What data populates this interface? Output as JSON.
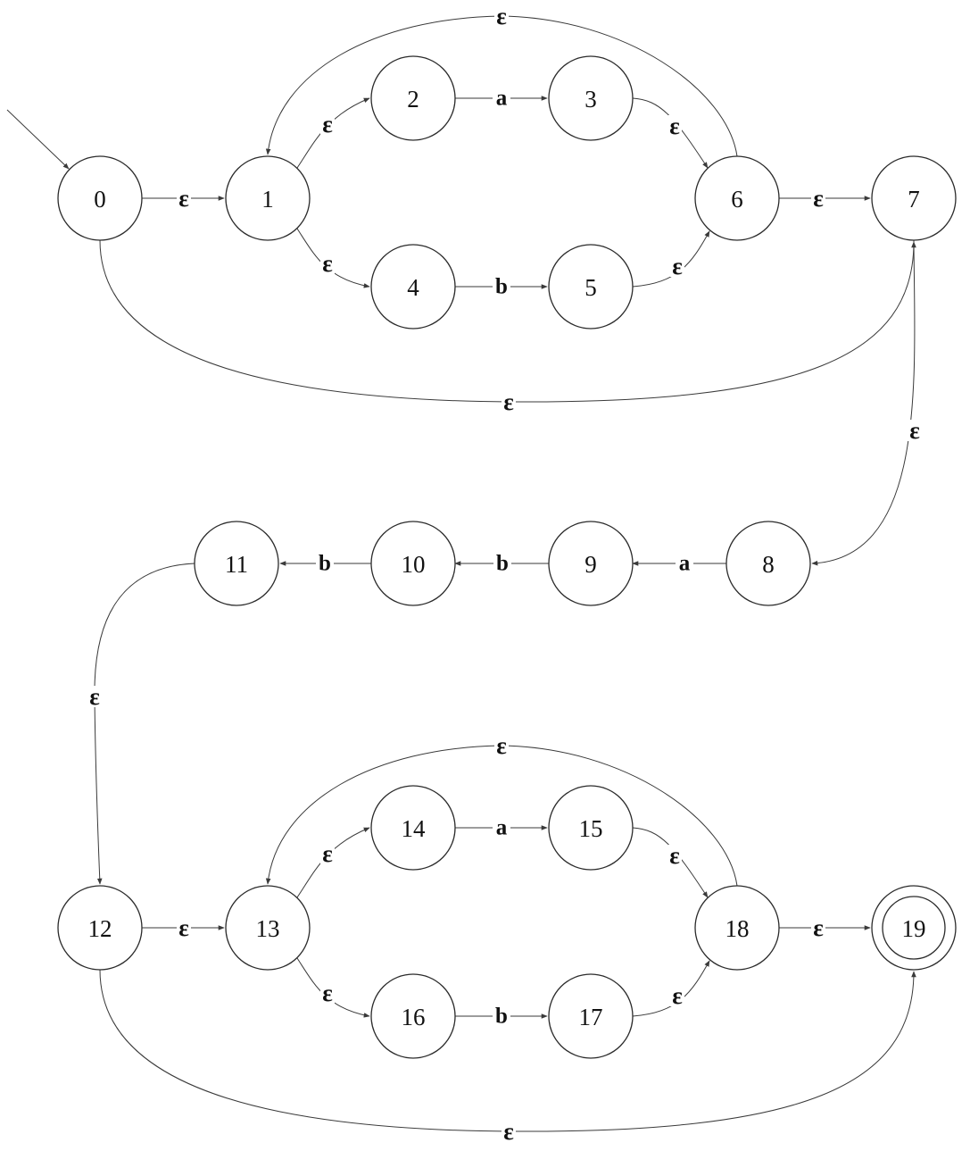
{
  "automaton": {
    "start_state": "0",
    "accept_states": [
      "19"
    ],
    "states": [
      {
        "id": "0",
        "label": "0"
      },
      {
        "id": "1",
        "label": "1"
      },
      {
        "id": "2",
        "label": "2"
      },
      {
        "id": "3",
        "label": "3"
      },
      {
        "id": "4",
        "label": "4"
      },
      {
        "id": "5",
        "label": "5"
      },
      {
        "id": "6",
        "label": "6"
      },
      {
        "id": "7",
        "label": "7"
      },
      {
        "id": "8",
        "label": "8"
      },
      {
        "id": "9",
        "label": "9"
      },
      {
        "id": "10",
        "label": "10"
      },
      {
        "id": "11",
        "label": "11"
      },
      {
        "id": "12",
        "label": "12"
      },
      {
        "id": "13",
        "label": "13"
      },
      {
        "id": "14",
        "label": "14"
      },
      {
        "id": "15",
        "label": "15"
      },
      {
        "id": "16",
        "label": "16"
      },
      {
        "id": "17",
        "label": "17"
      },
      {
        "id": "18",
        "label": "18"
      },
      {
        "id": "19",
        "label": "19"
      }
    ],
    "transitions": [
      {
        "from": "0",
        "to": "1",
        "label": "ε"
      },
      {
        "from": "1",
        "to": "2",
        "label": "ε"
      },
      {
        "from": "2",
        "to": "3",
        "label": "a"
      },
      {
        "from": "3",
        "to": "6",
        "label": "ε"
      },
      {
        "from": "1",
        "to": "4",
        "label": "ε"
      },
      {
        "from": "4",
        "to": "5",
        "label": "b"
      },
      {
        "from": "5",
        "to": "6",
        "label": "ε"
      },
      {
        "from": "6",
        "to": "1",
        "label": "ε"
      },
      {
        "from": "6",
        "to": "7",
        "label": "ε"
      },
      {
        "from": "0",
        "to": "7",
        "label": "ε"
      },
      {
        "from": "7",
        "to": "8",
        "label": "ε"
      },
      {
        "from": "8",
        "to": "9",
        "label": "a"
      },
      {
        "from": "9",
        "to": "10",
        "label": "b"
      },
      {
        "from": "10",
        "to": "11",
        "label": "b"
      },
      {
        "from": "11",
        "to": "12",
        "label": "ε"
      },
      {
        "from": "12",
        "to": "13",
        "label": "ε"
      },
      {
        "from": "13",
        "to": "14",
        "label": "ε"
      },
      {
        "from": "14",
        "to": "15",
        "label": "a"
      },
      {
        "from": "15",
        "to": "18",
        "label": "ε"
      },
      {
        "from": "13",
        "to": "16",
        "label": "ε"
      },
      {
        "from": "16",
        "to": "17",
        "label": "b"
      },
      {
        "from": "17",
        "to": "18",
        "label": "ε"
      },
      {
        "from": "18",
        "to": "13",
        "label": "ε"
      },
      {
        "from": "18",
        "to": "19",
        "label": "ε"
      },
      {
        "from": "12",
        "to": "19",
        "label": "ε"
      }
    ]
  }
}
